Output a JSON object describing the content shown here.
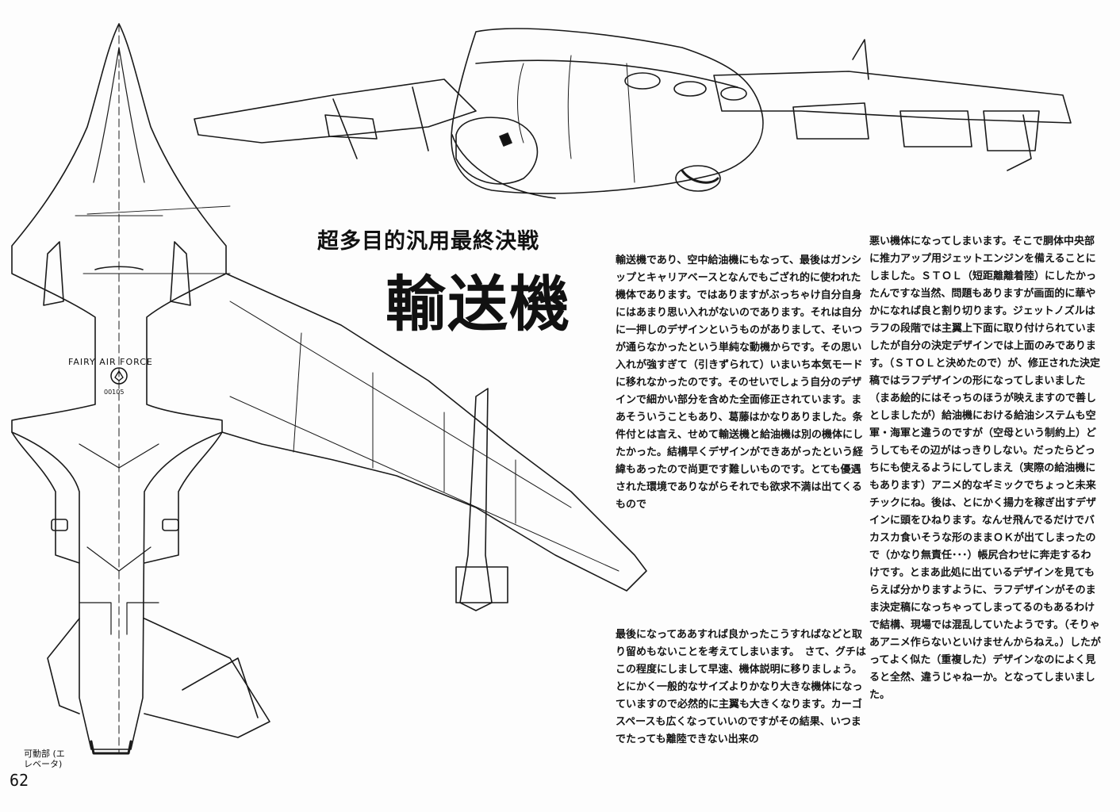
{
  "article": {
    "subtitle": "超多目的汎用最終決戦",
    "title": "輸送機",
    "page_number": "62"
  },
  "drawing": {
    "markings": {
      "air_force": "FAIRY AIR FORCE",
      "serial": "00105"
    },
    "annotation": "可動部 (エレベータ)"
  },
  "columns": {
    "col1": "輸送機であり、空中給油機にもなって、最後はガンシップとキャリアベースとなんでもござれ的に使われた機体であります。ではありますがぶっちゃけ自分自身にはあまり思い入れがないのであります。それは自分に一押しのデザインというものがありまして、そいつが通らなかったという単純な動機からです。その思い入れが強すぎて（引きずられて）いまいち本気モードに移れなかったのです。そのせいでしょう自分のデザインで細かい部分を含めた全面修正されています。まあそういうこともあり、葛藤はかなりありました。条件付とは言え、せめて輸送機と給油機は別の機体にしたかった。結構早くデザインができあがったという経緯もあったので尚更です難しいものです。とても優遇された環境でありながらそれでも欲求不満は出てくるもので",
    "col2": "最後になってああすれば良かったこうすればなどと取り留めもないことを考えてしまいます。　さて、グチはこの程度にしまして早速、機体説明に移りましょう。とにかく一般的なサイズよりかなり大きな機体になっていますので必然的に主翼も大きくなります。カーゴスペースも広くなっていいのですがその結果、いつまでたっても離陸できない出来の",
    "col3": "悪い機体になってしまいます。そこで胴体中央部に推力アップ用ジェットエンジンを備えることにしました。ＳＴＯＬ（短距離離着陸）にしたかったんですな当然、問題もありますが画面的に華やかになれば良と割り切ります。ジェットノズルはラフの段階では主翼上下面に取り付けられていましたが自分の決定デザインでは上面のみであります。（ＳＴＯＬと決めたので）が、修正された決定稿ではラフデザインの形になってしまいました（まあ絵的にはそっちのほうが映えますので善しとしましたが）給油機における給油システムも空軍・海軍と違うのですが（空母という制約上）どうしてもその辺がはっきりしない。だったらどっちにも使えるようにしてしまえ（実際の給油機にもあります）アニメ的なギミックでちょっと未来チックにね。後は、とにかく揚力を稼ぎ出すデザインに頭をひねります。なんせ飛んでるだけでバカスカ食いそうな形のままＯＫが出てしまったので（かなり無責任･･･）帳尻合わせに奔走するわけです。とまあ此処に出ているデザインを見てもらえば分かりますように、ラフデザインがそのまま決定稿になっちゃってしまってるのもあるわけで結構、現場では混乱していたようです。（そりゃあアニメ作らないといけませんからねえ。）したがってよく似た（重複した）デザインなのによく見ると全然、違うじゃねーか。となってしまいました。"
  },
  "icons": {
    "insignia": "squadron-emblem-icon"
  }
}
